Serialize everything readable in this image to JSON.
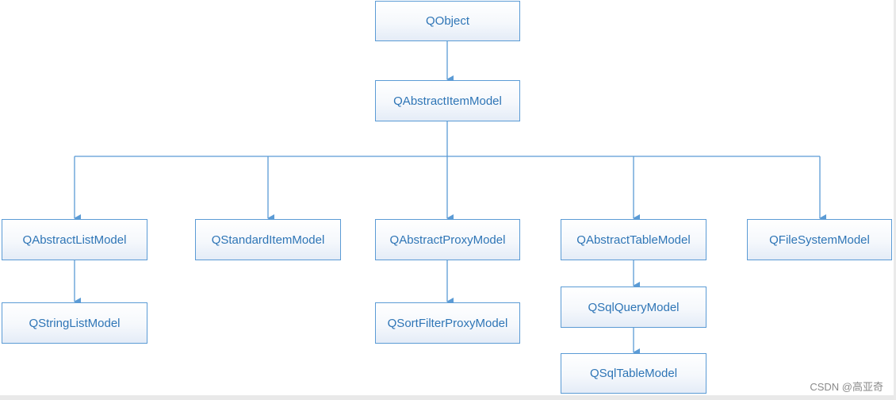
{
  "diagram": {
    "nodes": [
      {
        "id": "qobject",
        "label": "QObject"
      },
      {
        "id": "qabstractitemmodel",
        "label": "QAbstractItemModel"
      },
      {
        "id": "qabstractlistmodel",
        "label": "QAbstractListModel"
      },
      {
        "id": "qstandarditemmodel",
        "label": "QStandardItemModel"
      },
      {
        "id": "qabstractproxymodel",
        "label": "QAbstractProxyModel"
      },
      {
        "id": "qabstracttablemodel",
        "label": "QAbstractTableModel"
      },
      {
        "id": "qfilesystemmodel",
        "label": "QFileSystemModel"
      },
      {
        "id": "qstringlistmodel",
        "label": "QStringListModel"
      },
      {
        "id": "qsortfilterproxymodel",
        "label": "QSortFilterProxyModel"
      },
      {
        "id": "qsqlquerymodel",
        "label": "QSqlQueryModel"
      },
      {
        "id": "qsqltablemodel",
        "label": "QSqlTableModel"
      }
    ],
    "edges": [
      {
        "from": "qobject",
        "to": "qabstractitemmodel"
      },
      {
        "from": "qabstractitemmodel",
        "to": "qabstractlistmodel"
      },
      {
        "from": "qabstractitemmodel",
        "to": "qstandarditemmodel"
      },
      {
        "from": "qabstractitemmodel",
        "to": "qabstractproxymodel"
      },
      {
        "from": "qabstractitemmodel",
        "to": "qabstracttablemodel"
      },
      {
        "from": "qabstractitemmodel",
        "to": "qfilesystemmodel"
      },
      {
        "from": "qabstractlistmodel",
        "to": "qstringlistmodel"
      },
      {
        "from": "qabstractproxymodel",
        "to": "qsortfilterproxymodel"
      },
      {
        "from": "qabstracttablemodel",
        "to": "qsqlquerymodel"
      },
      {
        "from": "qsqlquerymodel",
        "to": "qsqltablemodel"
      }
    ]
  },
  "watermark": "CSDN @高亚奇",
  "colors": {
    "border": "#5b9bd5",
    "text": "#2e75b6",
    "edge": "#5b9bd5"
  }
}
